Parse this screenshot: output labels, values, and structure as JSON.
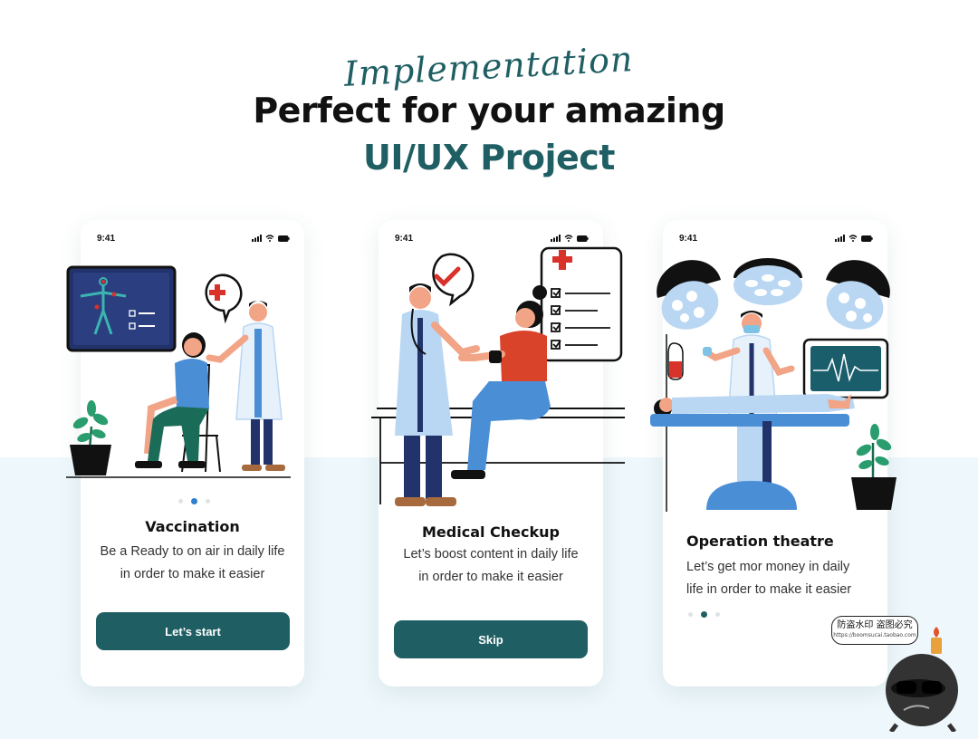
{
  "header": {
    "script_word": "Implementation",
    "headline_line1": "Perfect for your amazing",
    "headline_line2": "UI/UX Project"
  },
  "colors": {
    "brand_teal": "#1f5f63",
    "dot_blue": "#2f7fd1",
    "cross_red": "#d8322a",
    "light_blue": "#b9d6f2",
    "mid_blue": "#4a8fd6",
    "navy": "#22336b",
    "band_bg": "#eef7fb"
  },
  "screens": [
    {
      "status_time": "9:41",
      "illustration": "vaccination-illustration",
      "title": "Vaccination",
      "body_line1": "Be a Ready to on air in daily life",
      "body_line2": "in order to make it easier",
      "button_label": "Let’s start",
      "page_dots_active": 2,
      "page_dots_total": 3
    },
    {
      "status_time": "9:41",
      "illustration": "medical-checkup-illustration",
      "title": "Medical Checkup",
      "body_line1": "Let’s boost content in daily life",
      "body_line2": "in order to make it easier",
      "button_label": "Skip"
    },
    {
      "status_time": "9:41",
      "illustration": "operation-theatre-illustration",
      "title": "Operation theatre",
      "body_line1": "Let’s get mor money in daily",
      "body_line2": "life in order to make it easier",
      "page_dots_active": 2,
      "page_dots_total": 3
    }
  ],
  "watermark": {
    "text": "防盗水印 盗图必究",
    "url": "https://boomsucai.taobao.com"
  }
}
